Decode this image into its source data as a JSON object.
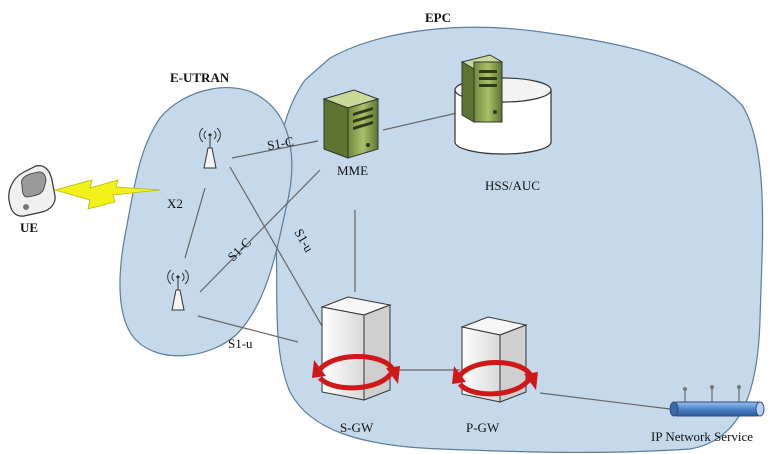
{
  "regions": {
    "epc": "EPC",
    "eutran": "E-UTRAN"
  },
  "nodes": {
    "ue": "UE",
    "mme": "MME",
    "hss": "HSS/AUC",
    "sgw": "S-GW",
    "pgw": "P-GW",
    "ip_service": "IP Network Service"
  },
  "links": {
    "x2_radio": "X2",
    "s1c_top": "S1-C",
    "s1c_bottom": "S1-C",
    "s1u_diag": "S1-u",
    "s1u_bottom": "S1-u"
  },
  "colors": {
    "cloud_fill": "#c5d9ea",
    "cloud_stroke": "#5b7d9a",
    "server_green": "#8fa65a",
    "lightning": "#f2f21a",
    "pipe_blue": "#5b8fd0",
    "arrow_red": "#d01818"
  }
}
